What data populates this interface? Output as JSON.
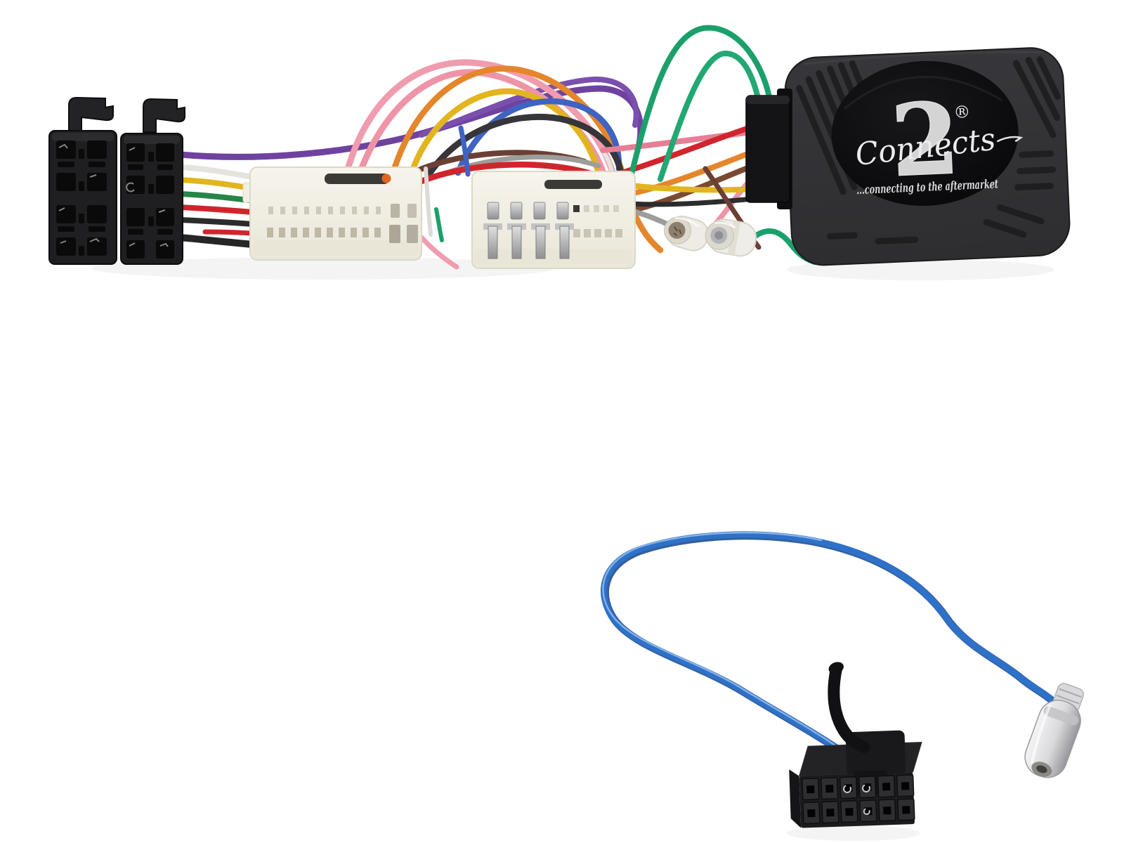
{
  "scene": {
    "background": "#ffffff",
    "description": "Connects2 steering wheel control interface harness with twin black ISO connectors, two white vehicle connectors, multicolour wiring loom, black interface box and blue ISO antenna adapter lead"
  },
  "logo": {
    "script": "Connects",
    "numeral": "2",
    "registered": "®",
    "tagline": "...connecting to the aftermarket"
  },
  "palette": {
    "box_body": "#2e2e31",
    "box_label": "#07070a",
    "logo_text": "#e3e3e3",
    "connector_black": "#1f1f21",
    "connector_white": "#f6f4ec",
    "wire_purple": "#6f42a0",
    "wire_white": "#e4e3de",
    "wire_yellow": "#e2b51f",
    "wire_green": "#27854a",
    "wire_emerald": "#1ba06b",
    "wire_red": "#d1252d",
    "wire_black": "#2c2c2c",
    "wire_blue": "#3f63c2",
    "wire_orange": "#e5862b",
    "wire_pink": "#f09cae",
    "wire_rose": "#e87e96",
    "wire_maroon": "#6b4034",
    "wire_brown": "#7a4a30",
    "wire_gray": "#9d9d9b",
    "antenna_blue": "#2e71c8",
    "metal": "#b9b9bc",
    "orange_dot": "#e0661d"
  }
}
